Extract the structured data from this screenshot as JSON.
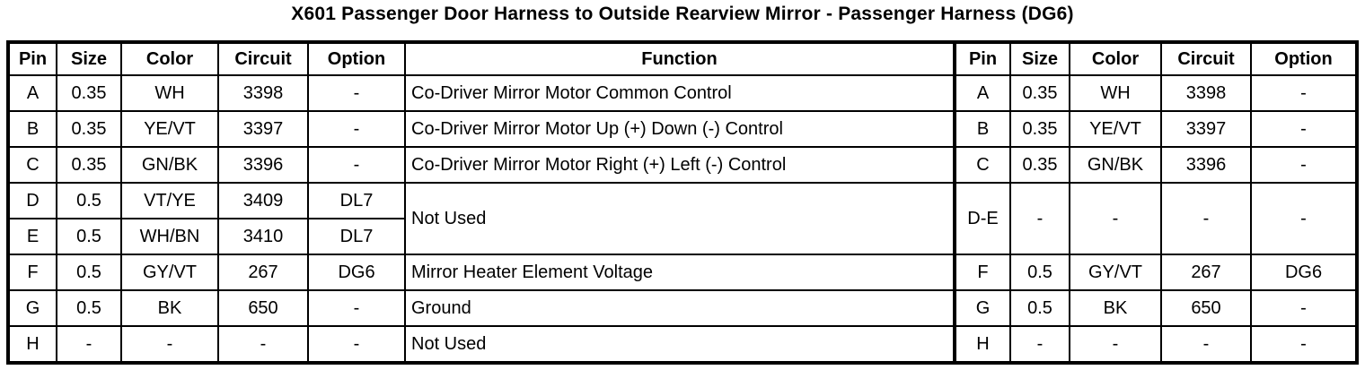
{
  "title": "X601 Passenger Door Harness to Outside Rearview Mirror - Passenger Harness (DG6)",
  "colors": {
    "border": "#000000",
    "text": "#000000",
    "background": "#ffffff"
  },
  "table": {
    "headers": [
      "Pin",
      "Size",
      "Color",
      "Circuit",
      "Option",
      "Function",
      "Pin",
      "Size",
      "Color",
      "Circuit",
      "Option"
    ],
    "rows": [
      [
        "A",
        "0.35",
        "WH",
        "3398",
        "-",
        "Co-Driver Mirror Motor Common Control",
        "A",
        "0.35",
        "WH",
        "3398",
        "-"
      ],
      [
        "B",
        "0.35",
        "YE/VT",
        "3397",
        "-",
        "Co-Driver Mirror Motor Up (+) Down (-) Control",
        "B",
        "0.35",
        "YE/VT",
        "3397",
        "-"
      ],
      [
        "C",
        "0.35",
        "GN/BK",
        "3396",
        "-",
        "Co-Driver Mirror Motor Right (+) Left (-) Control",
        "C",
        "0.35",
        "GN/BK",
        "3396",
        "-"
      ],
      [
        "D",
        "0.5",
        "VT/YE",
        "3409",
        "DL7",
        "Not Used",
        "D-E",
        "-",
        "-",
        "-",
        "-"
      ],
      [
        "E",
        "0.5",
        "WH/BN",
        "3410",
        "DL7"
      ],
      [
        "F",
        "0.5",
        "GY/VT",
        "267",
        "DG6",
        "Mirror Heater Element Voltage",
        "F",
        "0.5",
        "GY/VT",
        "267",
        "DG6"
      ],
      [
        "G",
        "0.5",
        "BK",
        "650",
        "-",
        "Ground",
        "G",
        "0.5",
        "BK",
        "650",
        "-"
      ],
      [
        "H",
        "-",
        "-",
        "-",
        "-",
        "Not Used",
        "H",
        "-",
        "-",
        "-",
        "-"
      ]
    ]
  }
}
